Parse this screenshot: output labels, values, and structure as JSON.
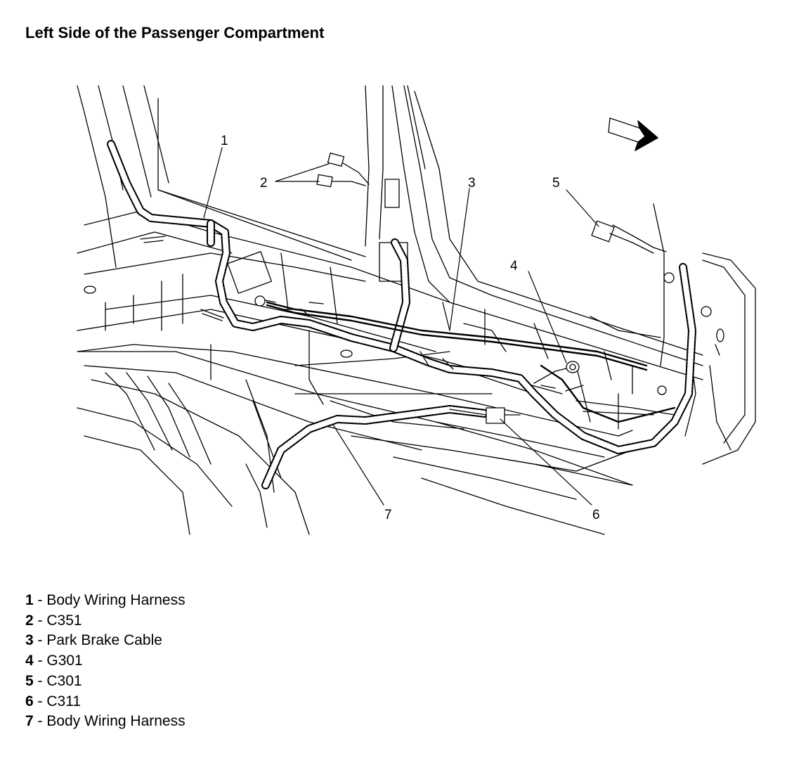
{
  "title": "Left Side of the Passenger Compartment",
  "callouts": [
    "1",
    "2",
    "3",
    "4",
    "5",
    "6",
    "7"
  ],
  "legend": [
    {
      "num": "1",
      "sep": " - ",
      "label": "Body Wiring Harness"
    },
    {
      "num": "2",
      "sep": " - ",
      "label": "C351"
    },
    {
      "num": "3",
      "sep": " - ",
      "label": "Park Brake Cable"
    },
    {
      "num": "4",
      "sep": " - ",
      "label": "G301"
    },
    {
      "num": "5",
      "sep": " - ",
      "label": "C301"
    },
    {
      "num": "6",
      "sep": " - ",
      "label": "C311"
    },
    {
      "num": "7",
      "sep": " - ",
      "label": "Body Wiring Harness"
    }
  ]
}
